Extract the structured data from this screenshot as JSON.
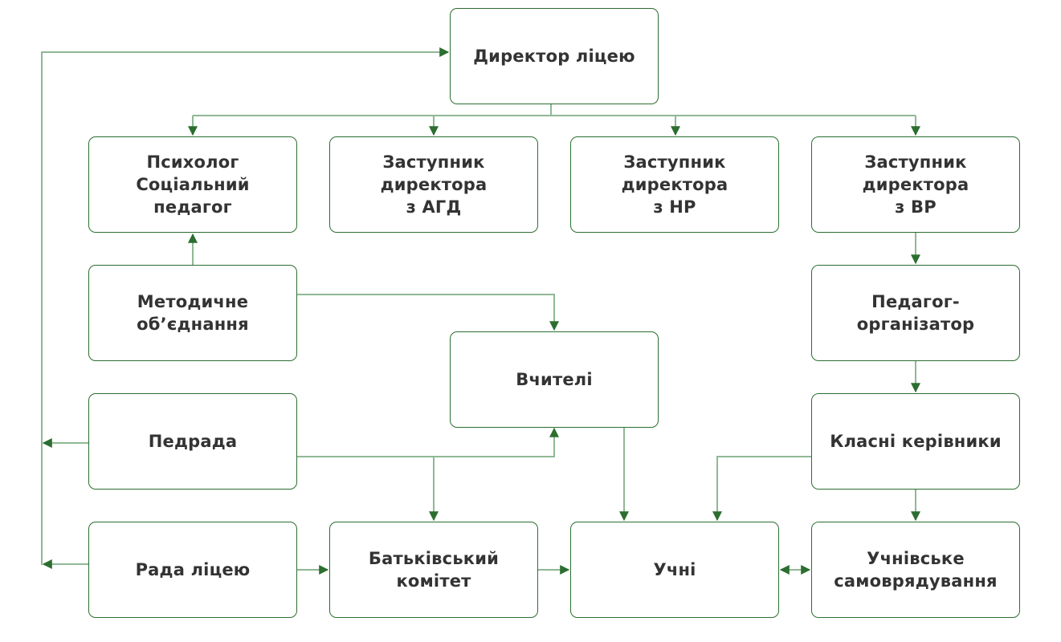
{
  "diagram": {
    "type": "org-chart",
    "colors": {
      "box_border": "#2b6e2f",
      "connector": "#8fb894",
      "arrowhead": "#2b6e2f",
      "text": "#333333"
    },
    "nodes": {
      "director": {
        "label": "Директор ліцею"
      },
      "psychologist": {
        "label": "Психолог\nСоціальний\nпедагог"
      },
      "deputy_agd": {
        "label": "Заступник\nдиректора\nз АГД"
      },
      "deputy_nr": {
        "label": "Заступник\nдиректора\nз НР"
      },
      "deputy_vr": {
        "label": "Заступник\nдиректора\nз ВР"
      },
      "methodical": {
        "label": "Методичне\nоб’єднання"
      },
      "teachers": {
        "label": "Вчителі"
      },
      "organizer": {
        "label": "Педагог-\nорганізатор"
      },
      "pedrada": {
        "label": "Педрада"
      },
      "class_teachers": {
        "label": "Класні керівники"
      },
      "council": {
        "label": "Рада ліцею"
      },
      "parents": {
        "label": "Батьківський\nкомітет"
      },
      "students": {
        "label": "Учні"
      },
      "self_gov": {
        "label": "Учнівське\nсамоврядування"
      }
    },
    "edges": [
      {
        "from": "director",
        "to": "psychologist"
      },
      {
        "from": "director",
        "to": "deputy_agd"
      },
      {
        "from": "director",
        "to": "deputy_nr"
      },
      {
        "from": "director",
        "to": "deputy_vr"
      },
      {
        "from": "methodical",
        "to": "psychologist"
      },
      {
        "from": "methodical",
        "to": "teachers"
      },
      {
        "from": "deputy_vr",
        "to": "organizer"
      },
      {
        "from": "organizer",
        "to": "class_teachers"
      },
      {
        "from": "pedrada",
        "to": "director"
      },
      {
        "from": "council",
        "to": "director"
      },
      {
        "from": "pedrada",
        "to": "teachers"
      },
      {
        "from": "pedrada",
        "to": "parents"
      },
      {
        "from": "teachers",
        "to": "students"
      },
      {
        "from": "class_teachers",
        "to": "students"
      },
      {
        "from": "class_teachers",
        "to": "self_gov"
      },
      {
        "from": "council",
        "to": "parents"
      },
      {
        "from": "parents",
        "to": "students"
      },
      {
        "from": "students",
        "to": "self_gov",
        "bidirectional": true
      }
    ]
  }
}
